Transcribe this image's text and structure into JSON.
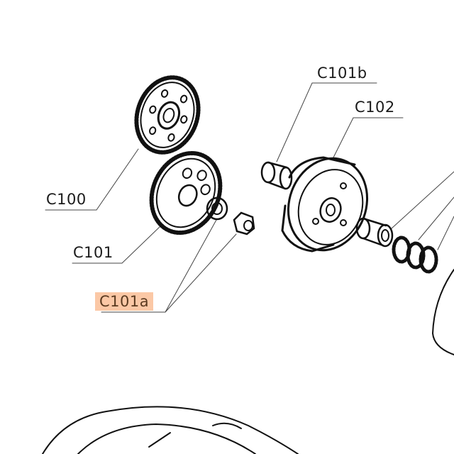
{
  "diagram": {
    "labels": {
      "c101b": "C101b",
      "c102": "C102",
      "c100": "C100",
      "c101": "C101",
      "c101a": "C101a"
    },
    "highlighted_label": "C101a",
    "highlight_color": "#fbc8a6"
  }
}
